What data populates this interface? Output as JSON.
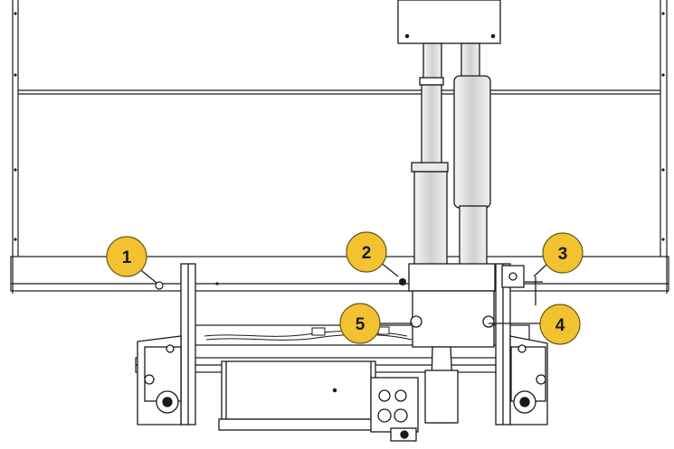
{
  "callouts": [
    {
      "id": "1",
      "label": "1"
    },
    {
      "id": "2",
      "label": "2"
    },
    {
      "id": "3",
      "label": "3"
    },
    {
      "id": "4",
      "label": "4"
    },
    {
      "id": "5",
      "label": "5"
    }
  ],
  "colors": {
    "callout_fill": "#f2c230",
    "callout_stroke": "#6b5a1e",
    "line": "#1a1a1a",
    "background": "#ffffff",
    "cylinder_shade": "#d9d9d9"
  }
}
